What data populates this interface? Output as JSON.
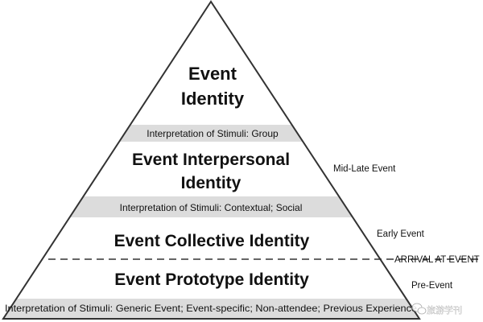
{
  "layers": [
    {
      "title_lines": [
        "Event",
        "Identity"
      ]
    },
    {
      "title_lines": [
        "Event Interpersonal",
        "Identity"
      ]
    },
    {
      "title_lines": [
        "Event Collective Identity"
      ]
    },
    {
      "title_lines": [
        "Event Prototype Identity"
      ]
    }
  ],
  "bands": [
    {
      "label": "Interpretation of Stimuli: Group"
    },
    {
      "label": "Interpretation of Stimuli: Contextual; Social"
    },
    {
      "label": "Interpretation of Stimuli: Generic Event; Event-specific; Non-attendee; Previous Experience"
    }
  ],
  "side_labels": {
    "mid_late": "Mid-Late Event",
    "early": "Early Event",
    "arrival": "ARRIVAL AT EVENT",
    "pre": "Pre-Event"
  },
  "watermark": {
    "icon": "wechat-icon",
    "text": "旅游学刊"
  },
  "colors": {
    "band_fill": "#dcdcdc",
    "outline": "#333333"
  }
}
